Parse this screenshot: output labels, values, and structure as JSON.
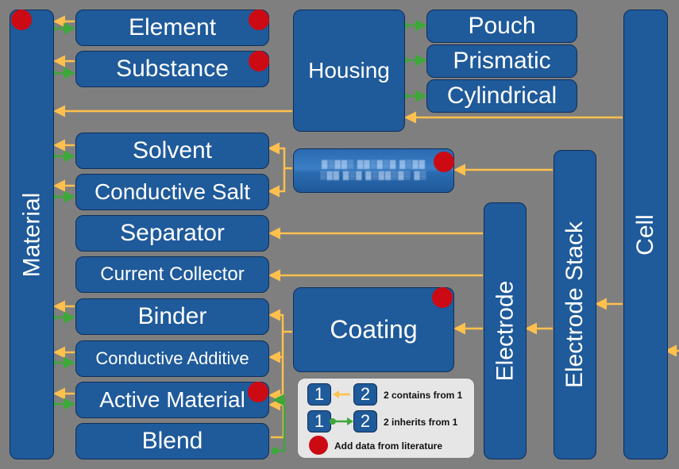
{
  "boxes": {
    "material": "Material",
    "element": "Element",
    "substance": "Substance",
    "housing": "Housing",
    "pouch": "Pouch",
    "prismatic": "Prismatic",
    "cylindrical": "Cylindrical",
    "cell": "Cell",
    "solvent": "Solvent",
    "conductive_salt": "Conductive Salt",
    "separator": "Separator",
    "current_collector": "Current Collector",
    "binder": "Binder",
    "conductive_additive": "Conductive Additive",
    "active_material": "Active Material",
    "blend": "Blend",
    "coating": "Coating",
    "electrode": "Electrode",
    "electrode_stack": "Electrode Stack"
  },
  "legend": {
    "num1": "1",
    "num2": "2",
    "contains_text": "2 contains from 1",
    "inherits_text": "2 inherits from 1",
    "dot_text": "Add data from literature"
  },
  "colors": {
    "background": "#7f7f7f",
    "box_fill": "#1f5a9a",
    "contains_arrow": "#ffc04d",
    "inherits_arrow": "#3ea73a",
    "literature_dot": "#cc0a14"
  }
}
